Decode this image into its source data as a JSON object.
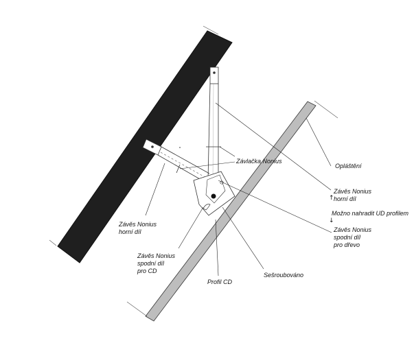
{
  "labels": {
    "oplasteni": "Opláštění",
    "zavlacka": "Závlačka Nonius",
    "zaves_horni_right_1": "Závěs Nonius",
    "zaves_horni_right_2": "horní díl",
    "mozno": "Možno nahradit UD profilem",
    "zaves_spodni_drevo_1": "Závěs Nonius",
    "zaves_spodni_drevo_2": "spodní díl",
    "zaves_spodni_drevo_3": "pro dřevo",
    "zaves_horni_left_1": "Závěs Nonius",
    "zaves_horni_left_2": "horní díl",
    "zaves_spodni_cd_1": "Závěs Nonius",
    "zaves_spodni_cd_2": "spodní díl",
    "zaves_spodni_cd_3": "pro CD",
    "profil_cd": "Profil CD",
    "sesroubovano": "Sešroubováno"
  },
  "colors": {
    "rafter": "#1f1f1f",
    "board": "#bdbdbd",
    "line": "#222222",
    "paper": "#ffffff"
  },
  "icons": {
    "arrow_up": "↑",
    "arrow_down": "↓"
  }
}
